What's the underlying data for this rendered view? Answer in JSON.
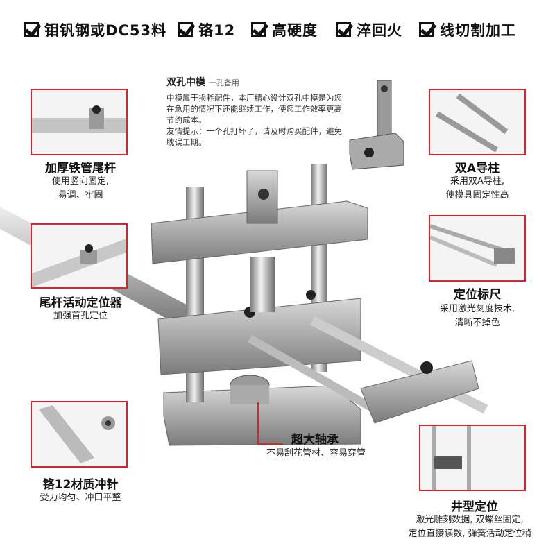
{
  "features": [
    {
      "label": "钼钒钢或DC53料"
    },
    {
      "label": "铬12"
    },
    {
      "label": "高硬度"
    },
    {
      "label": "淬回火"
    },
    {
      "label": "线切割加工"
    }
  ],
  "middle_mold": {
    "title": "双孔中模",
    "subtitle": "一孔备用",
    "text1": "中模属于损耗配件，本厂精心设计双孔中模是为您在急用的情况下还能继续工作，使您工作效率更高节约成本。",
    "text2": "友情提示：一个孔打坏了，请及时购买配件，避免耽误工期。"
  },
  "callouts": {
    "tail_rod": {
      "title": "加厚铁管尾杆",
      "desc1": "使用竖向固定,",
      "desc2": "易调、牢固"
    },
    "tail_locator": {
      "title": "尾杆活动定位器",
      "desc1": "加强首孔定位"
    },
    "punch": {
      "title": "铬12材质冲针",
      "desc1": "受力均匀、冲口平整"
    },
    "guide_pillar": {
      "title": "双A导柱",
      "desc1": "采用双A导柱,",
      "desc2": "使模具固定性高"
    },
    "scale": {
      "title": "定位标尺",
      "desc1": "采用激光刻度技术,",
      "desc2": "清晰不掉色"
    },
    "bearing": {
      "title": "超大轴承",
      "desc1": "不易刮花管材、容易穿管"
    },
    "well_locator": {
      "title": "井型定位",
      "desc1": "激光雕刻数据, 双螺丝固定,",
      "desc2": "定位直接读数, 弹簧活动定位稍"
    }
  }
}
